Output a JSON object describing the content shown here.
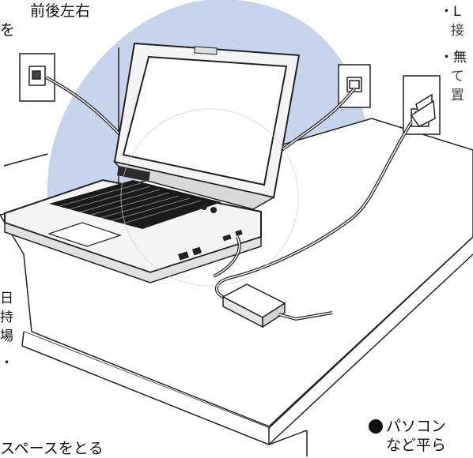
{
  "image": {
    "description_labels": {
      "scene": "laptop-setup-illustration",
      "laptop": "notebook-pc",
      "ac_adapter": "ac-adapter",
      "outlet": "power-outlet",
      "lan_jack": "lan-wall-jack",
      "phone_jack": "phone-wall-jack",
      "desk": "desk"
    },
    "colors": {
      "halo": "#c8d3ec",
      "line": "#222222",
      "laptop_body": "#f4f4f4",
      "key": "#1a1a1a",
      "screen": "#ffffff"
    }
  },
  "text": {
    "top_left_1": "前後左右",
    "top_left_2": "を",
    "right_1": "・L",
    "right_2": "接",
    "right_3": "・無",
    "right_4": "て",
    "right_5": "置",
    "left_mid_1": "日",
    "left_mid_2": "持",
    "left_mid_3": "場",
    "left_mid_4": "・",
    "bottom_left": "スペースをとる",
    "bottom_right_1": "パソコン",
    "bottom_right_2": "など平ら"
  }
}
